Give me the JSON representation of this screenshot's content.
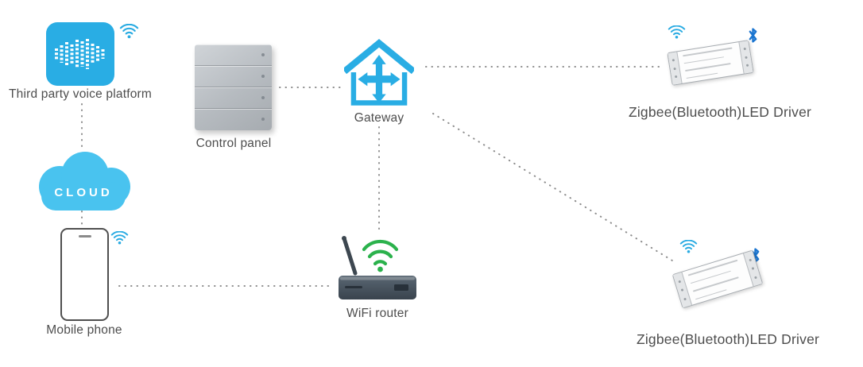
{
  "diagram_type": "smart-lighting-system-topology",
  "nodes": {
    "voice_platform": {
      "label": "Third party voice platform",
      "icon": "voice-platform-icon",
      "badges": [
        "wifi-icon"
      ]
    },
    "cloud": {
      "label": "CLOUD",
      "icon": "cloud-icon"
    },
    "mobile_phone": {
      "label": "Mobile phone",
      "icon": "phone-icon",
      "badges": [
        "wifi-icon"
      ]
    },
    "control_panel": {
      "label": "Control panel",
      "icon": "control-panel-icon"
    },
    "gateway": {
      "label": "Gateway",
      "icon": "gateway-house-arrows-icon"
    },
    "wifi_router": {
      "label": "WiFi router",
      "icon": "router-icon"
    },
    "led_driver_top": {
      "label": "Zigbee(Bluetooth)LED Driver",
      "icon": "led-driver-icon",
      "badges": [
        "wifi-icon",
        "bluetooth-icon"
      ]
    },
    "led_driver_bottom": {
      "label": "Zigbee(Bluetooth)LED Driver",
      "icon": "led-driver-icon",
      "badges": [
        "wifi-icon",
        "bluetooth-icon"
      ]
    }
  },
  "connections": [
    {
      "from": "voice_platform",
      "to": "cloud",
      "style": "dotted"
    },
    {
      "from": "cloud",
      "to": "mobile_phone",
      "style": "dotted"
    },
    {
      "from": "mobile_phone",
      "to": "wifi_router",
      "style": "dotted"
    },
    {
      "from": "control_panel",
      "to": "gateway",
      "style": "dotted"
    },
    {
      "from": "gateway",
      "to": "led_driver_top",
      "style": "dotted"
    },
    {
      "from": "gateway",
      "to": "wifi_router",
      "style": "dotted"
    },
    {
      "from": "gateway",
      "to": "led_driver_bottom",
      "style": "dotted"
    }
  ],
  "colors": {
    "accent_blue": "#29abe2",
    "cloud_blue": "#49c3ef",
    "bluetooth_blue": "#1b75d0",
    "wifi_green": "#2bb24c",
    "router_dark": "#46515c",
    "line_gray": "#8c8c8c",
    "label_gray": "#4d4d4d"
  }
}
